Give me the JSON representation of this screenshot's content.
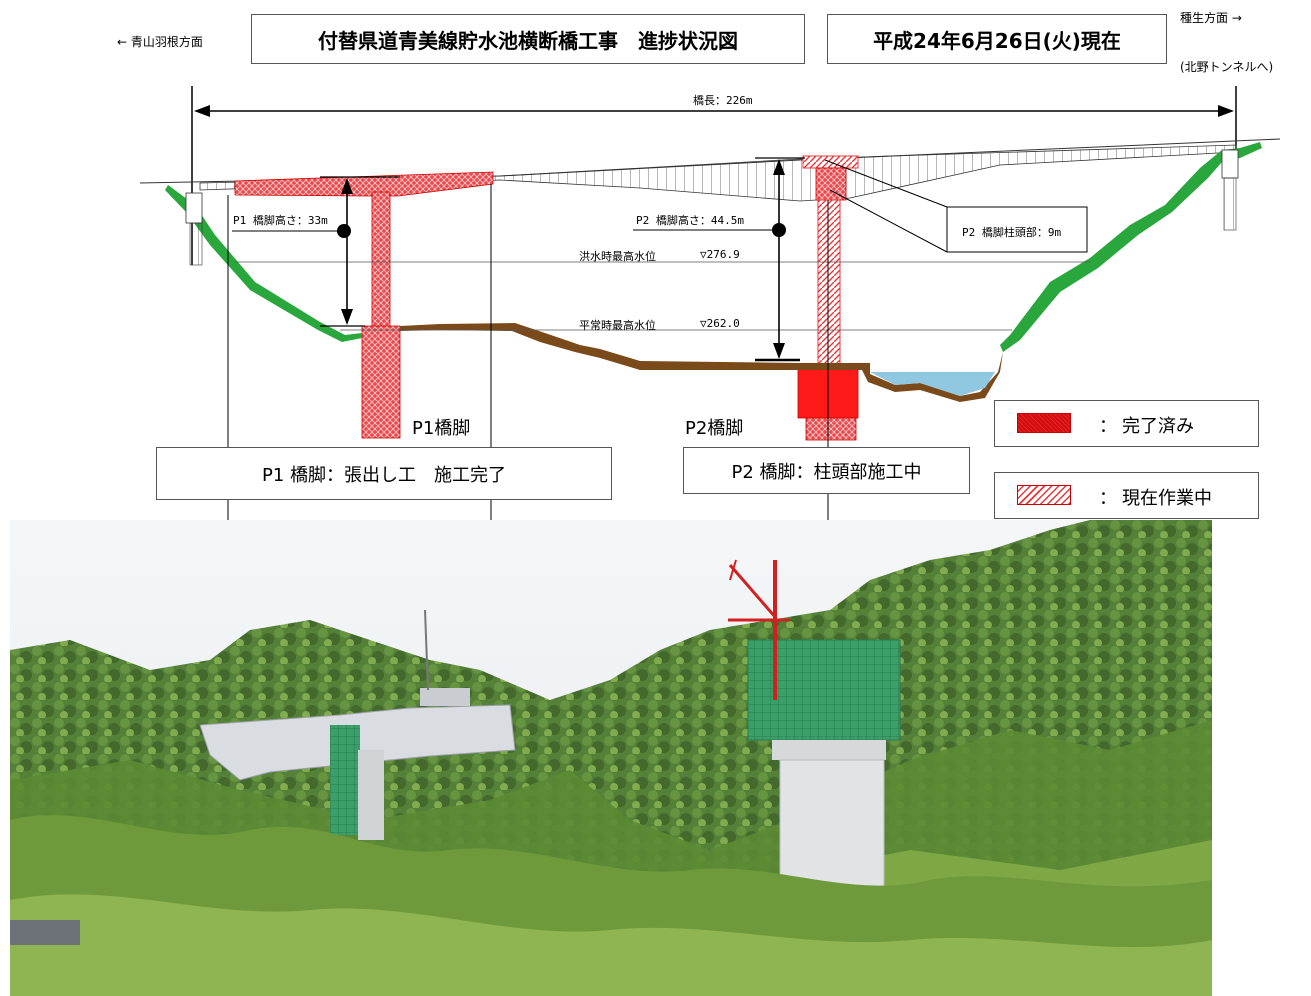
{
  "header": {
    "left_direction": "← 青山羽根方面",
    "title": "付替県道青美線貯水池横断橋工事　進捗状況図",
    "date": "平成24年6月26日(火)現在",
    "right_direction": "種生方面 →",
    "right_direction_sub": "(北野トンネルへ)"
  },
  "diagram": {
    "bridge_length": "橋長：226m",
    "p1_height": "P1 橋脚高さ：33m",
    "p2_height": "P2 橋脚高さ：44.5m",
    "p2_head": "P2 橋脚柱頭部：9m",
    "flood_level_label": "洪水時最高水位",
    "flood_level_value": "▽276.9",
    "normal_level_label": "平常時最高水位",
    "normal_level_value": "▽262.0",
    "p1_label": "P1橋脚",
    "p2_label": "P2橋脚"
  },
  "callouts": {
    "p1": "P1 橋脚：張出し工　施工完了",
    "p2": "P2 橋脚：柱頭部施工中"
  },
  "legend": {
    "colon": "：",
    "completed": "完了済み",
    "in_progress": "現在作業中",
    "completed_color": "#e8373c",
    "in_progress_color": "#f4a3a6"
  }
}
